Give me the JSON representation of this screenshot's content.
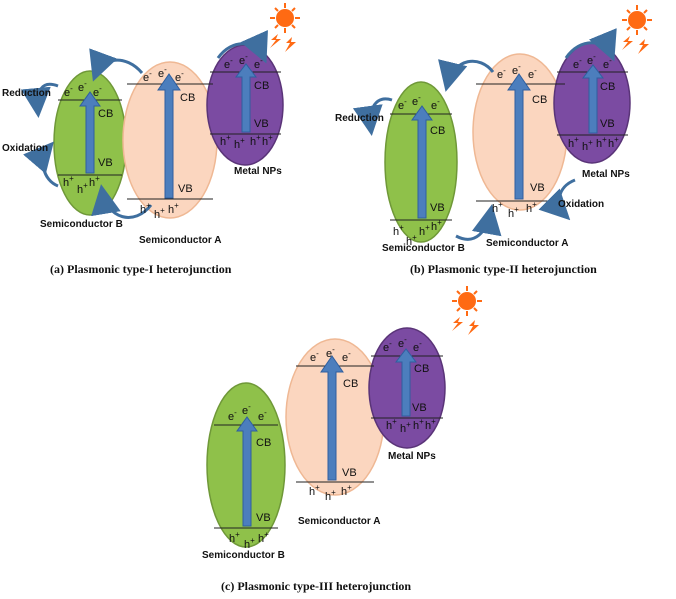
{
  "colors": {
    "semiconductor_b_fill": "#8fc14a",
    "semiconductor_a_fill": "#fbd6bf",
    "metal_np_fill": "#7b4ba2",
    "band_arrow": "#4c7ebd",
    "curved_arrow": "#3f6f9f",
    "sun": "#ff6a13"
  },
  "icons": {
    "sun": "sun-icon",
    "band_arrow": "up-arrow-icon",
    "curved_arrow": "curved-arrow-icon"
  },
  "labels": {
    "electron": "e",
    "hole": "h",
    "electron_superscript": "-",
    "hole_superscript": "+",
    "cb": "CB",
    "vb": "VB",
    "reduction": "Reduction",
    "oxidation": "Oxidation",
    "semiconductor_a": "Semiconductor A",
    "semiconductor_b": "Semiconductor B",
    "metal_nps": "Metal NPs"
  },
  "captions": {
    "a": "(a) Plasmonic type-I heterojunction",
    "b": "(b) Plasmonic type-II heterojunction",
    "c": "(c) Plasmonic type-III heterojunction"
  }
}
